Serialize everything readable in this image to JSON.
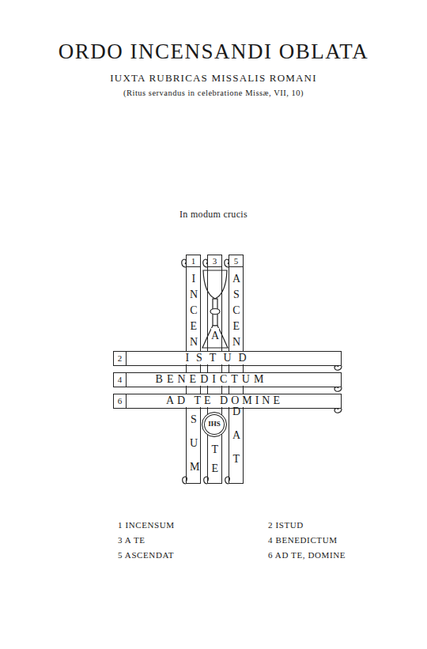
{
  "diagram": {
    "title": "ORDO INCENSANDI OBLATA",
    "nodes": [
      {
        "text": [
          "1",
          "INCEN",
          "SUM"
        ]
      },
      {
        "text": [
          "3",
          "A",
          "TE"
        ]
      },
      {
        "text": [
          "5",
          "ASCEN",
          "DAT"
        ]
      },
      {
        "text": [
          "2",
          "ISTUD"
        ]
      },
      {
        "text": [
          "4",
          "BENEDICTUM"
        ]
      },
      {
        "text": [
          "6",
          "AD TE DOMINE"
        ]
      },
      {
        "text": [
          "IHS"
        ]
      }
    ],
    "labels": [
      "IUXTA RUBRICAS MISSALIS ROMANI",
      "(Ritus servandus in celebratione Missæ, VII, 10)",
      "In modum crucis",
      "1 INCENSUM",
      "2 ISTUD",
      "3 A TE",
      "4 BENEDICTUM",
      "5 ASCENDAT",
      "6 AD TE, DOMINE"
    ]
  }
}
